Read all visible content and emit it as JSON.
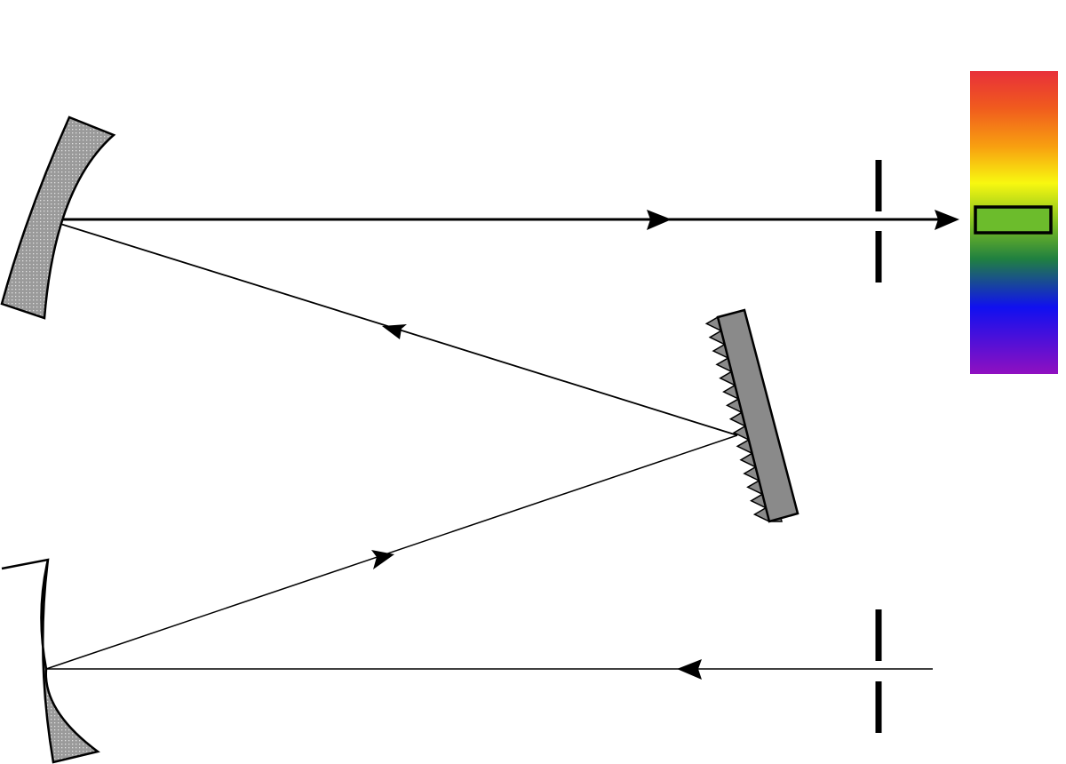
{
  "colors": {
    "background": "#ffffff",
    "stroke": "#000000",
    "mirror_fill": "#a8a8a8",
    "grating_fill": "#8a8a8a",
    "spectrum": [
      "#e8303a",
      "#f05a1e",
      "#f8a010",
      "#f8f810",
      "#80c020",
      "#208040",
      "#1010f0",
      "#9010c0"
    ],
    "selected_band": "#6cbc2c"
  },
  "components": [
    {
      "icon": "concave-mirror-icon",
      "role": "collimating-mirror"
    },
    {
      "icon": "diffraction-grating-icon",
      "role": "grating"
    },
    {
      "icon": "concave-mirror-icon",
      "role": "focusing-mirror"
    },
    {
      "icon": "slit-icon",
      "role": "entrance-slit"
    },
    {
      "icon": "slit-icon",
      "role": "exit-slit"
    },
    {
      "icon": "spectrum-bar-icon",
      "role": "spectrum"
    }
  ]
}
